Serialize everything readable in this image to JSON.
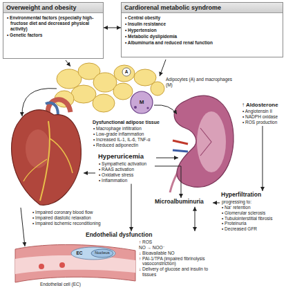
{
  "diagram": {
    "nodes": [
      {
        "text": [
          "Overweight and obesity",
          "• Environmental factors (especially high-fructose diet and decreased physical activity)",
          "• Genetic factors"
        ]
      },
      {
        "text": [
          "Cardiorenal metabolic syndrome",
          "• Central obesity",
          "• Insulin resistance",
          "• Hypertension",
          "• Metabolic dyslipidemia",
          "• Albuminuria and reduced renal function"
        ]
      },
      {
        "text": [
          "Dysfunctional adipose tissue",
          "• Macrophage infiltration",
          "• Low-grade inflammation",
          "• Increased IL-1, IL-6, TNF-α",
          "• Reduced adiponectin"
        ]
      },
      {
        "text": [
          "↑ Aldosterone",
          "• Angiotensin II",
          "• NADPH oxidase",
          "• ROS production"
        ]
      },
      {
        "text": [
          "Hyperuricemia",
          "• Sympathetic activation",
          "• RAAS activation",
          "• Oxidative stress",
          "• Inflammation"
        ]
      },
      {
        "text": [
          "• Impaired coronary blood flow",
          "• Impaired diastolic relaxation",
          "• Impaired ischemic reconditioning"
        ]
      },
      {
        "text": [
          "Microalbuminuria"
        ]
      },
      {
        "text": [
          "Hyperfiltration",
          "progressing to:",
          "• Na⁺ retention",
          "• Glomerular sclerosis",
          "• Tubulointerstitial fibrosis",
          "• Proteinuria",
          "• Decreased GFR"
        ]
      },
      {
        "text": [
          "Endothelial dysfunction",
          "↑ ROS",
          "NO → NOO⁻",
          "↓ Bioavailable NO",
          "↑ PAI-1/TPA (impaired fibrinolysis vasoconstriction)",
          "↓ Delivery of glucose and insulin to tissues"
        ]
      }
    ],
    "edges": [
      {
        "from": 0,
        "to": 1,
        "arrow": "both"
      },
      {
        "from": 4,
        "to": 6,
        "arrow": "to"
      },
      {
        "from": 4,
        "to": 8,
        "arrow": "to"
      },
      {
        "from": 7,
        "to": 6,
        "arrow": "to"
      },
      {
        "from": 8,
        "to": 6,
        "arrow": "both"
      },
      {
        "from": 3,
        "to": 7,
        "arrow": "to"
      }
    ],
    "labels": [
      "A",
      "M",
      "Adipocytes (A) and macrophages (M)",
      "EC",
      "Nucleus",
      "Endothelial cell (EC)"
    ]
  }
}
